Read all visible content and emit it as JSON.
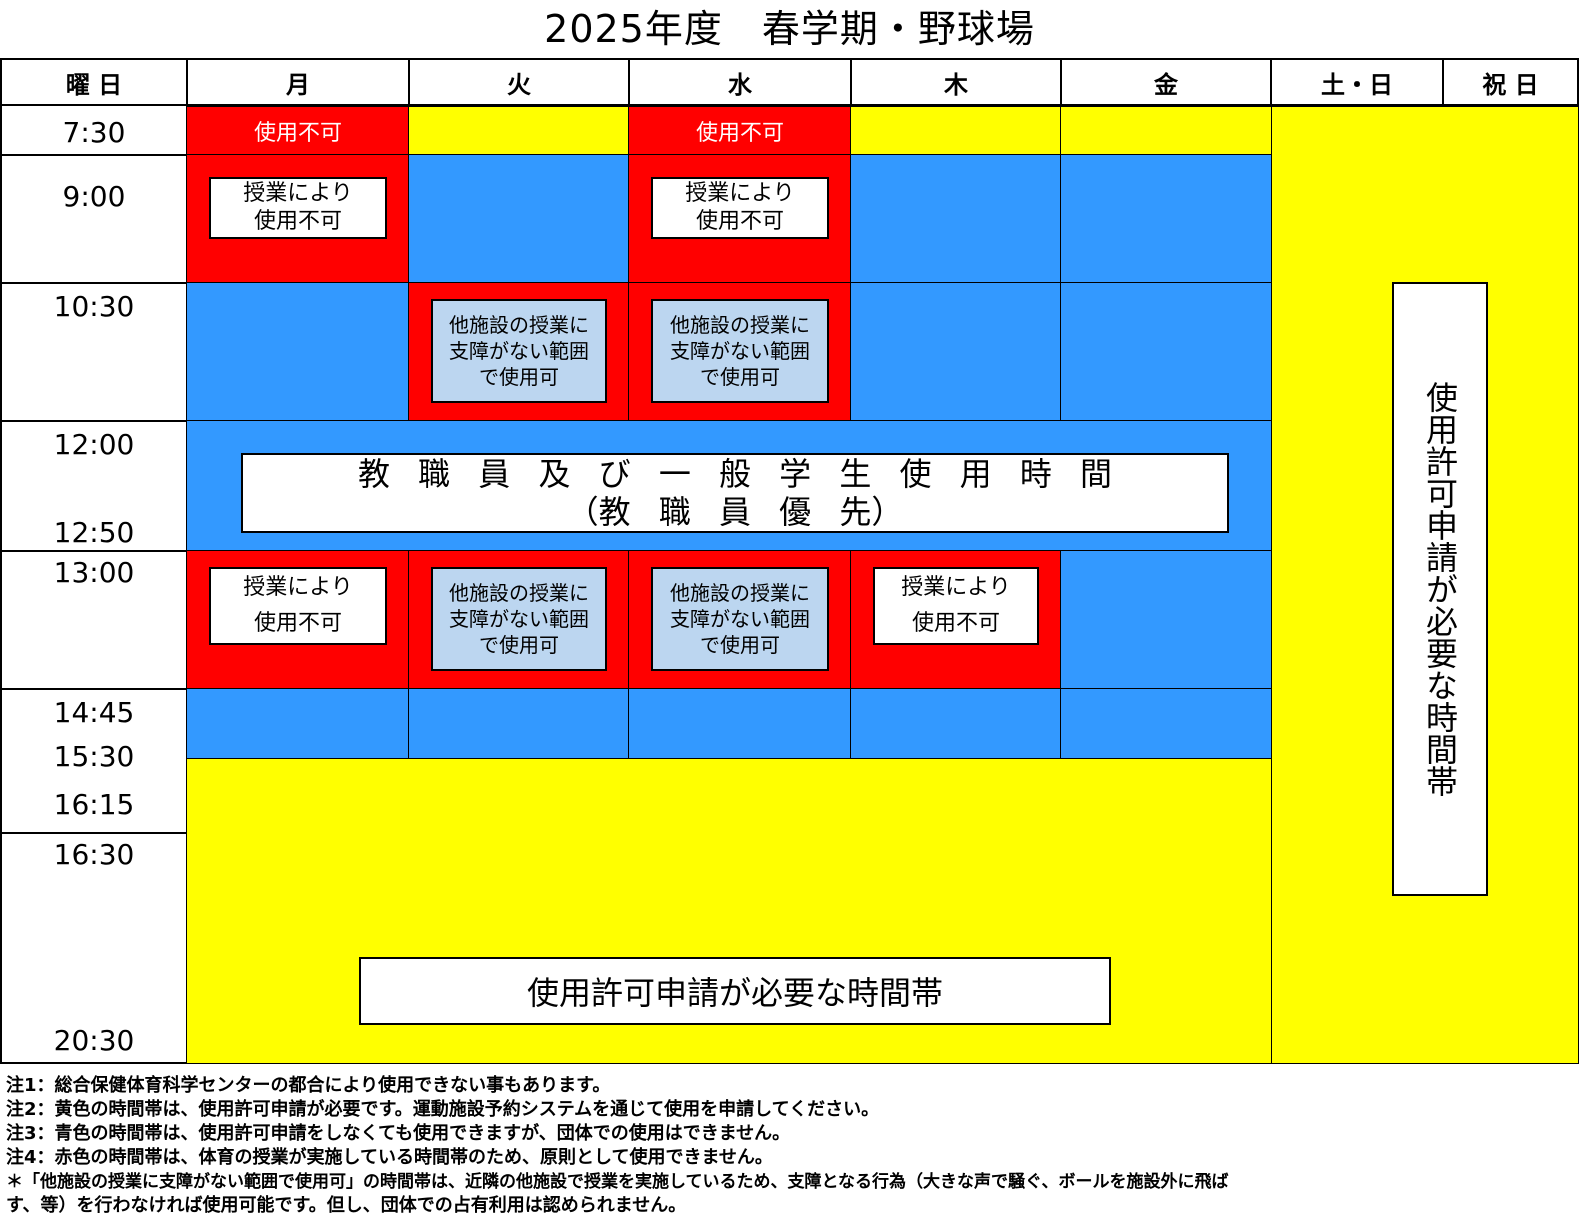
{
  "title": "2025年度　春学期・野球場",
  "headers": [
    "曜 日",
    "月",
    "火",
    "水",
    "木",
    "金",
    "土・日",
    "祝 日"
  ],
  "times": [
    "7:30",
    "9:00",
    "10:30",
    "12:00",
    "12:50",
    "13:00",
    "14:45",
    "15:30",
    "16:15",
    "16:30",
    "20:30"
  ],
  "labels": {
    "unavailable": "使用不可",
    "class_line1": "授業により",
    "class_line2": "使用不可",
    "other_line1": "他施設の授業に",
    "other_line2": "支障がない範囲",
    "other_line3": "で使用可",
    "staff_line1": "教 職 員 及 び 一 般 学 生 使 用 時 間",
    "staff_line2": "（教 職 員 優 先）",
    "permit_needed": "使用許可申請が必要な時間帯",
    "permit_vertical": "使用許可申請が必要な時間帯"
  },
  "notes": [
    "注1：総合保健体育科学センターの都合により使用できない事もあります。",
    "注2：黄色の時間帯は、使用許可申請が必要です。運動施設予約システムを通じて使用を申請してください。",
    "注3：青色の時間帯は、使用許可申請をしなくても使用できますが、団体での使用はできません。",
    "注4：赤色の時間帯は、体育の授業が実施している時間帯のため、原則として使用できません。",
    "＊「他施設の授業に支障がない範囲で使用可」の時間帯は、近隣の他施設で授業を実施しているため、支障となる行為（大きな声で騒ぐ、ボールを施設外に飛ば",
    "す、等）を行わなければ使用可能です。但し、団体での占有利用は認められません。"
  ],
  "colors": {
    "red": "#ff0000",
    "blue": "#3399ff",
    "yellow": "#ffff00",
    "lightblue": "#bcd6f0"
  }
}
